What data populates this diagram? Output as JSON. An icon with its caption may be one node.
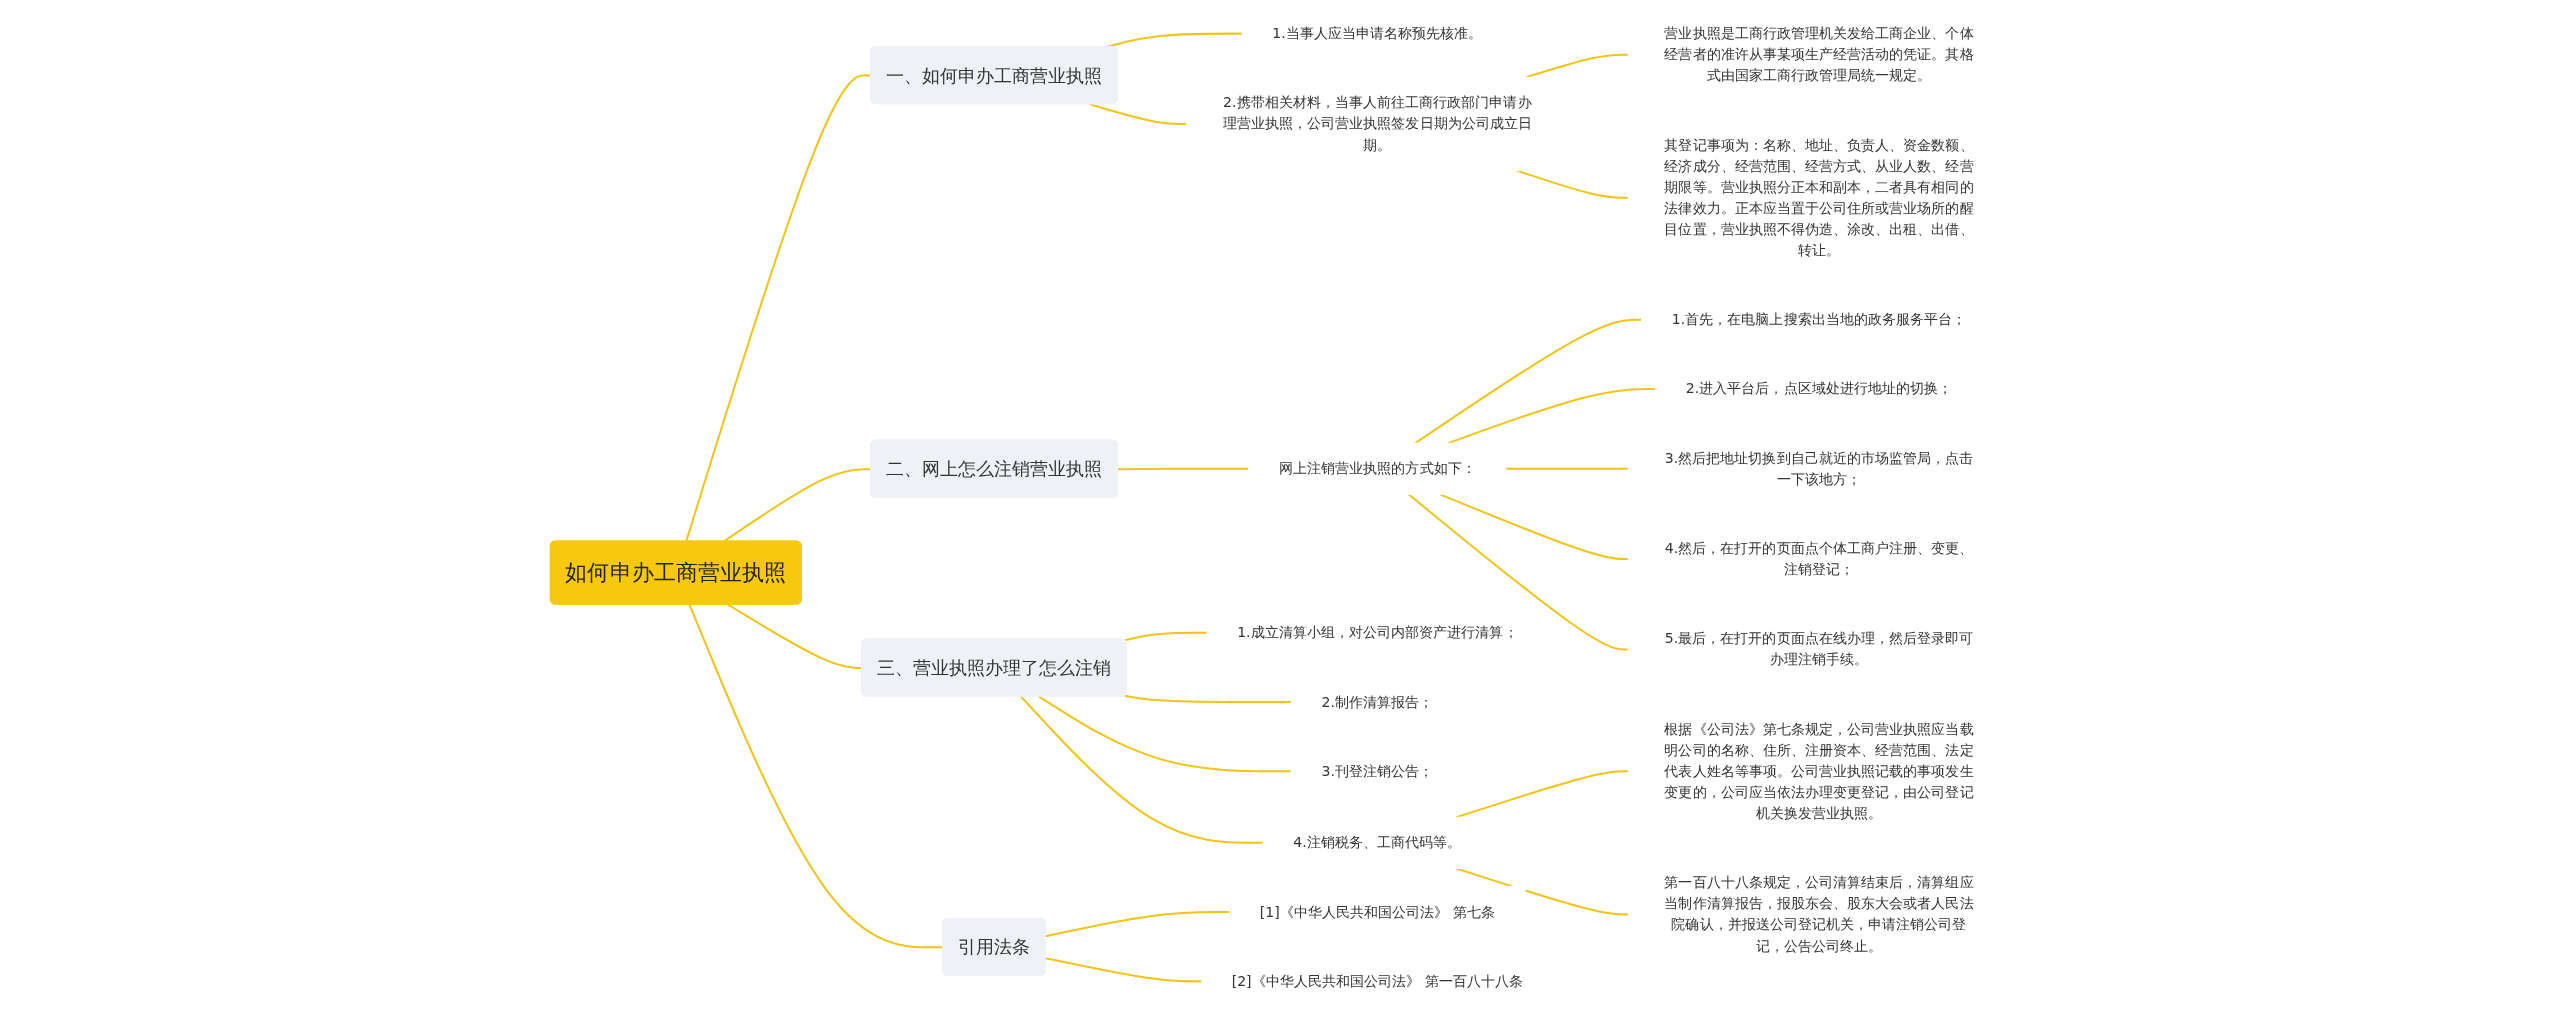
{
  "diagram": {
    "nodes": [
      {
        "text": [
          "如何申办工商营业执照"
        ]
      },
      {
        "text": [
          "一、如何申办工商营业执照"
        ]
      },
      {
        "text": [
          "1.当事人应当申请名称预先核准。"
        ]
      },
      {
        "text": [
          "2.携带相关材料，当事人前往工商行政部门申请办理营业执照，公司营业执照签发日期为公司成立日期。"
        ]
      },
      {
        "text": [
          "营业执照是工商行政管理机关发给工商企业、个体经营者的准许从事某项生产经营活动的凭证。其格式由国家工商行政管理局统一规定。"
        ]
      },
      {
        "text": [
          "其登记事项为：名称、地址、负责人、资金数额、经济成分、经营范围、经营方式、从业人数、经营期限等。营业执照分正本和副本，二者具有相同的法律效力。正本应当置于公司住所或营业场所的醒目位置，营业执照不得伪造、涂改、出租、出借、转让。"
        ]
      },
      {
        "text": [
          "二、网上怎么注销营业执照"
        ]
      },
      {
        "text": [
          "网上注销营业执照的方式如下："
        ]
      },
      {
        "text": [
          "1.首先，在电脑上搜索出当地的政务服务平台；"
        ]
      },
      {
        "text": [
          "2.进入平台后，点区域处进行地址的切换；"
        ]
      },
      {
        "text": [
          "3.然后把地址切换到自己就近的市场监管局，点击一下该地方；"
        ]
      },
      {
        "text": [
          "4.然后，在打开的页面点个体工商户注册、变更、注销登记；"
        ]
      },
      {
        "text": [
          "5.最后，在打开的页面点在线办理，然后登录即可办理注销手续。"
        ]
      },
      {
        "text": [
          "三、营业执照办理了怎么注销"
        ]
      },
      {
        "text": [
          "1.成立清算小组，对公司内部资产进行清算；"
        ]
      },
      {
        "text": [
          "2.制作清算报告；"
        ]
      },
      {
        "text": [
          "3.刊登注销公告；"
        ]
      },
      {
        "text": [
          "4.注销税务、工商代码等。"
        ]
      },
      {
        "text": [
          "根据《公司法》第七条规定，公司营业执照应当载明公司的名称、住所、注册资本、经营范围、法定代表人姓名等事项。公司营业执照记载的事项发生变更的，公司应当依法办理变更登记，由公司登记机关换发营业执照。"
        ]
      },
      {
        "text": [
          "第一百八十八条规定，公司清算结束后，清算组应当制作清算报告，报股东会、股东大会或者人民法院确认，并报送公司登记机关，申请注销公司登记，公告公司终止。"
        ]
      },
      {
        "text": [
          "引用法条"
        ]
      },
      {
        "text": [
          "[1]《中华人民共和国公司法》 第七条"
        ]
      },
      {
        "text": [
          "[2]《中华人民共和国公司法》 第一百八十八条"
        ]
      }
    ],
    "edges": [
      {
        "from": 0,
        "to": 1,
        "arrow": "none"
      },
      {
        "from": 1,
        "to": 2,
        "arrow": "none"
      },
      {
        "from": 1,
        "to": 3,
        "arrow": "none"
      },
      {
        "from": 3,
        "to": 4,
        "arrow": "none"
      },
      {
        "from": 3,
        "to": 5,
        "arrow": "none"
      },
      {
        "from": 0,
        "to": 6,
        "arrow": "none"
      },
      {
        "from": 6,
        "to": 7,
        "arrow": "none"
      },
      {
        "from": 7,
        "to": 8,
        "arrow": "none"
      },
      {
        "from": 7,
        "to": 9,
        "arrow": "none"
      },
      {
        "from": 7,
        "to": 10,
        "arrow": "none"
      },
      {
        "from": 7,
        "to": 11,
        "arrow": "none"
      },
      {
        "from": 7,
        "to": 12,
        "arrow": "none"
      },
      {
        "from": 0,
        "to": 13,
        "arrow": "none"
      },
      {
        "from": 13,
        "to": 14,
        "arrow": "none"
      },
      {
        "from": 13,
        "to": 15,
        "arrow": "none"
      },
      {
        "from": 13,
        "to": 16,
        "arrow": "none"
      },
      {
        "from": 13,
        "to": 17,
        "arrow": "none"
      },
      {
        "from": 17,
        "to": 18,
        "arrow": "none"
      },
      {
        "from": 17,
        "to": 19,
        "arrow": "none"
      },
      {
        "from": 0,
        "to": 20,
        "arrow": "none"
      },
      {
        "from": 20,
        "to": 21,
        "arrow": "none"
      },
      {
        "from": 20,
        "to": 22,
        "arrow": "none"
      }
    ]
  }
}
